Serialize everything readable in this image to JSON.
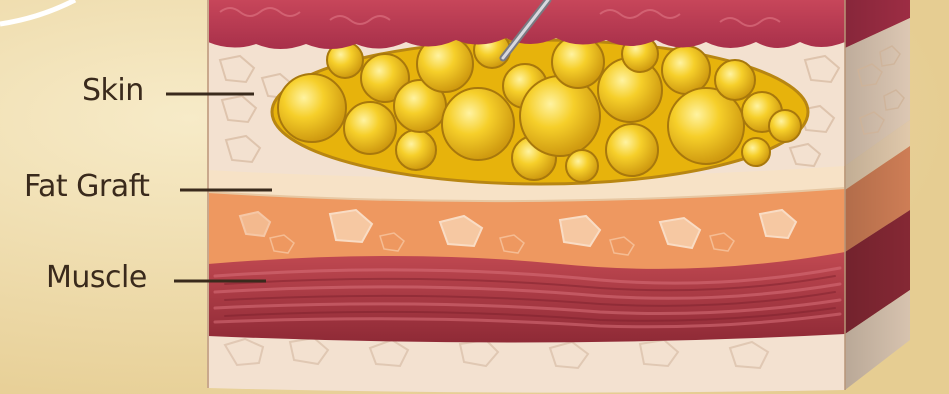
{
  "labels": {
    "skin": "Skin",
    "fat_graft": "Fat Graft",
    "muscle": "Muscle"
  },
  "colors": {
    "background": "#efdcaa",
    "dermis": "#b83c4f",
    "fat_yellow": "#f0c21c",
    "fat_cell_highlight": "#ffe86a",
    "subcutaneous_orange": "#ee9860",
    "muscle_red": "#a8343f",
    "pale_tissue": "#f3e1d0",
    "label_text": "#3a2a1c"
  }
}
